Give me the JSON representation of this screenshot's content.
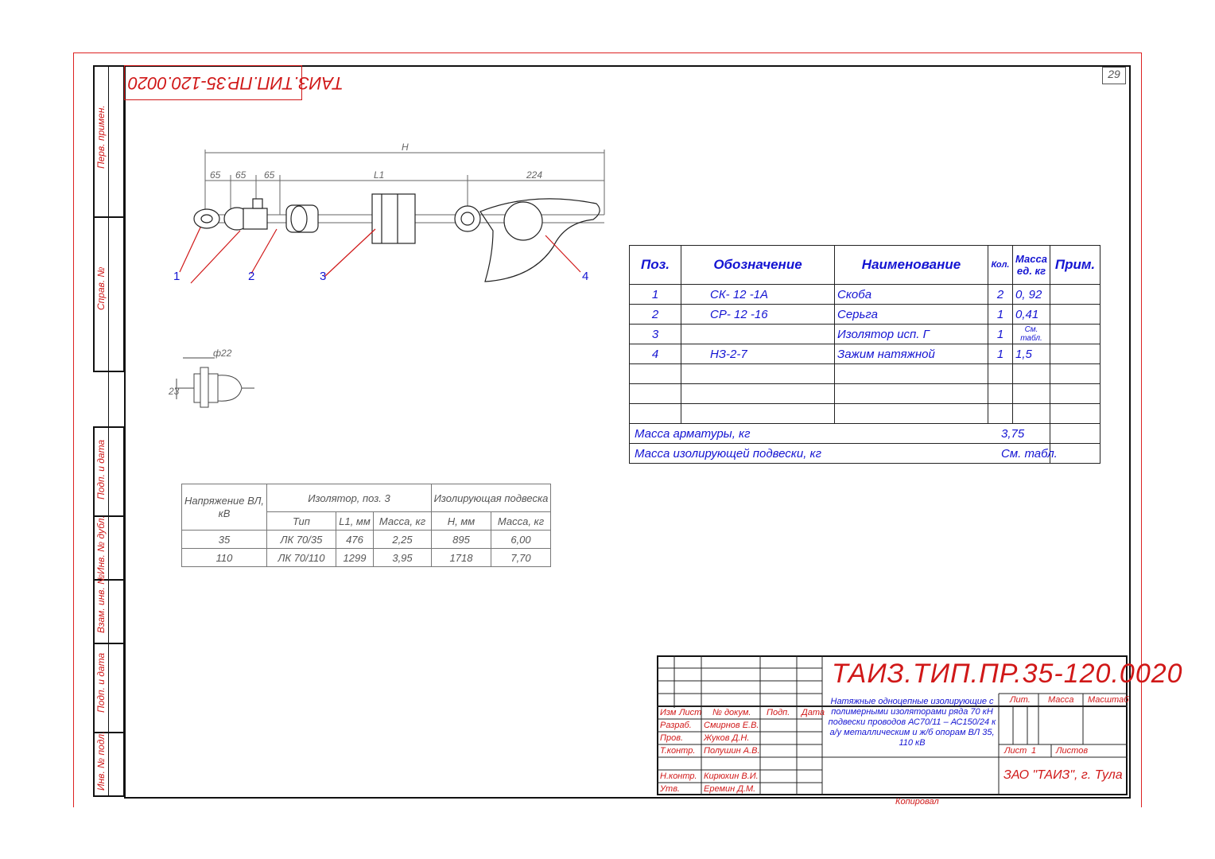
{
  "sheet_number": "29",
  "mirrored_code": "ТАИЗ.ТИП.ПР.35-120.0020",
  "side_labels": {
    "perv_primen": "Перв. примен.",
    "sprav": "Справ. №",
    "podp_data_1": "Подп. и дата",
    "inv_dubl": "Инв. № дубл.",
    "vzam_inv": "Взам. инв. №",
    "podp_data_2": "Подп. и дата",
    "inv_podl": "Инв. № подл."
  },
  "drawing": {
    "dim_H": "H",
    "dim_65a": "65",
    "dim_65b": "65",
    "dim_65c": "65",
    "dim_L1": "L1",
    "dim_224": "224",
    "pos1": "1",
    "pos2": "2",
    "pos3": "3",
    "pos4": "4",
    "detail_diam": "ф22",
    "detail_23": "23"
  },
  "spec": {
    "headers": {
      "pos": "Поз.",
      "oboz": "Обозначение",
      "naim": "Наименование",
      "kol": "Кол.",
      "massa": "Масса ед. кг",
      "prim": "Прим."
    },
    "rows": [
      {
        "pos": "1",
        "oboz": "СК- 12 -1А",
        "naim": "Скоба",
        "kol": "2",
        "massa": "0, 92"
      },
      {
        "pos": "2",
        "oboz": "СР- 12 -16",
        "naim": "Серьга",
        "kol": "1",
        "massa": "0,41"
      },
      {
        "pos": "3",
        "oboz": "",
        "naim": "Изолятор исп. Г",
        "kol": "1",
        "massa": "См. табл."
      },
      {
        "pos": "4",
        "oboz": "НЗ-2-7",
        "naim": "Зажим натяжной",
        "kol": "1",
        "massa": "1,5"
      }
    ],
    "massa_armatury_label": "Масса арматуры, кг",
    "massa_armatury_value": "3,75",
    "massa_podveski_label": "Масса изолирующей подвески, кг",
    "massa_podveski_value": "См. табл."
  },
  "insulator_table": {
    "h_voltage": "Напряжение ВЛ, кВ",
    "h_insulator": "Изолятор, поз. 3",
    "h_podveska": "Изолирующая подвеска",
    "h_type": "Тип",
    "h_l1": "L1, мм",
    "h_mass": "Масса, кг",
    "h_H": "H, мм",
    "h_mass2": "Масса, кг",
    "rows": [
      {
        "v": "35",
        "type": "ЛК 70/35",
        "l1": "476",
        "mass": "2,25",
        "h": "895",
        "mass2": "6,00"
      },
      {
        "v": "110",
        "type": "ЛК 70/110",
        "l1": "1299",
        "mass": "3,95",
        "h": "1718",
        "mass2": "7,70"
      }
    ]
  },
  "title_block": {
    "code": "ТАИЗ.ТИП.ПР.35-120.0020",
    "description": "Натяжные одноцепные изолирующие с полимерными изоляторами ряда 70 кН подвески проводов АС70/11 – АС150/24 к а/у металлическим и ж/б опорам ВЛ 35, 110 кВ",
    "col_izm": "Изм",
    "col_list": "Лист",
    "col_ndok": "№ докум.",
    "col_podp": "Подп.",
    "col_data": "Дата",
    "roles": [
      "Разраб.",
      "Пров.",
      "Т.контр.",
      "Н.контр.",
      "Утв."
    ],
    "names": [
      "Смирнов Е.В.",
      "Жуков Д.Н.",
      "Полушин А.В.",
      "Кирюхин В.И.",
      "Еремин Д.М."
    ],
    "lit": "Лит.",
    "massa": "Масса",
    "masshtab": "Масштаб",
    "list": "Лист",
    "list_num": "1",
    "listov": "Листов",
    "company": "ЗАО \"ТАИЗ\", г. Тула",
    "kopiroval": "Копировал"
  }
}
